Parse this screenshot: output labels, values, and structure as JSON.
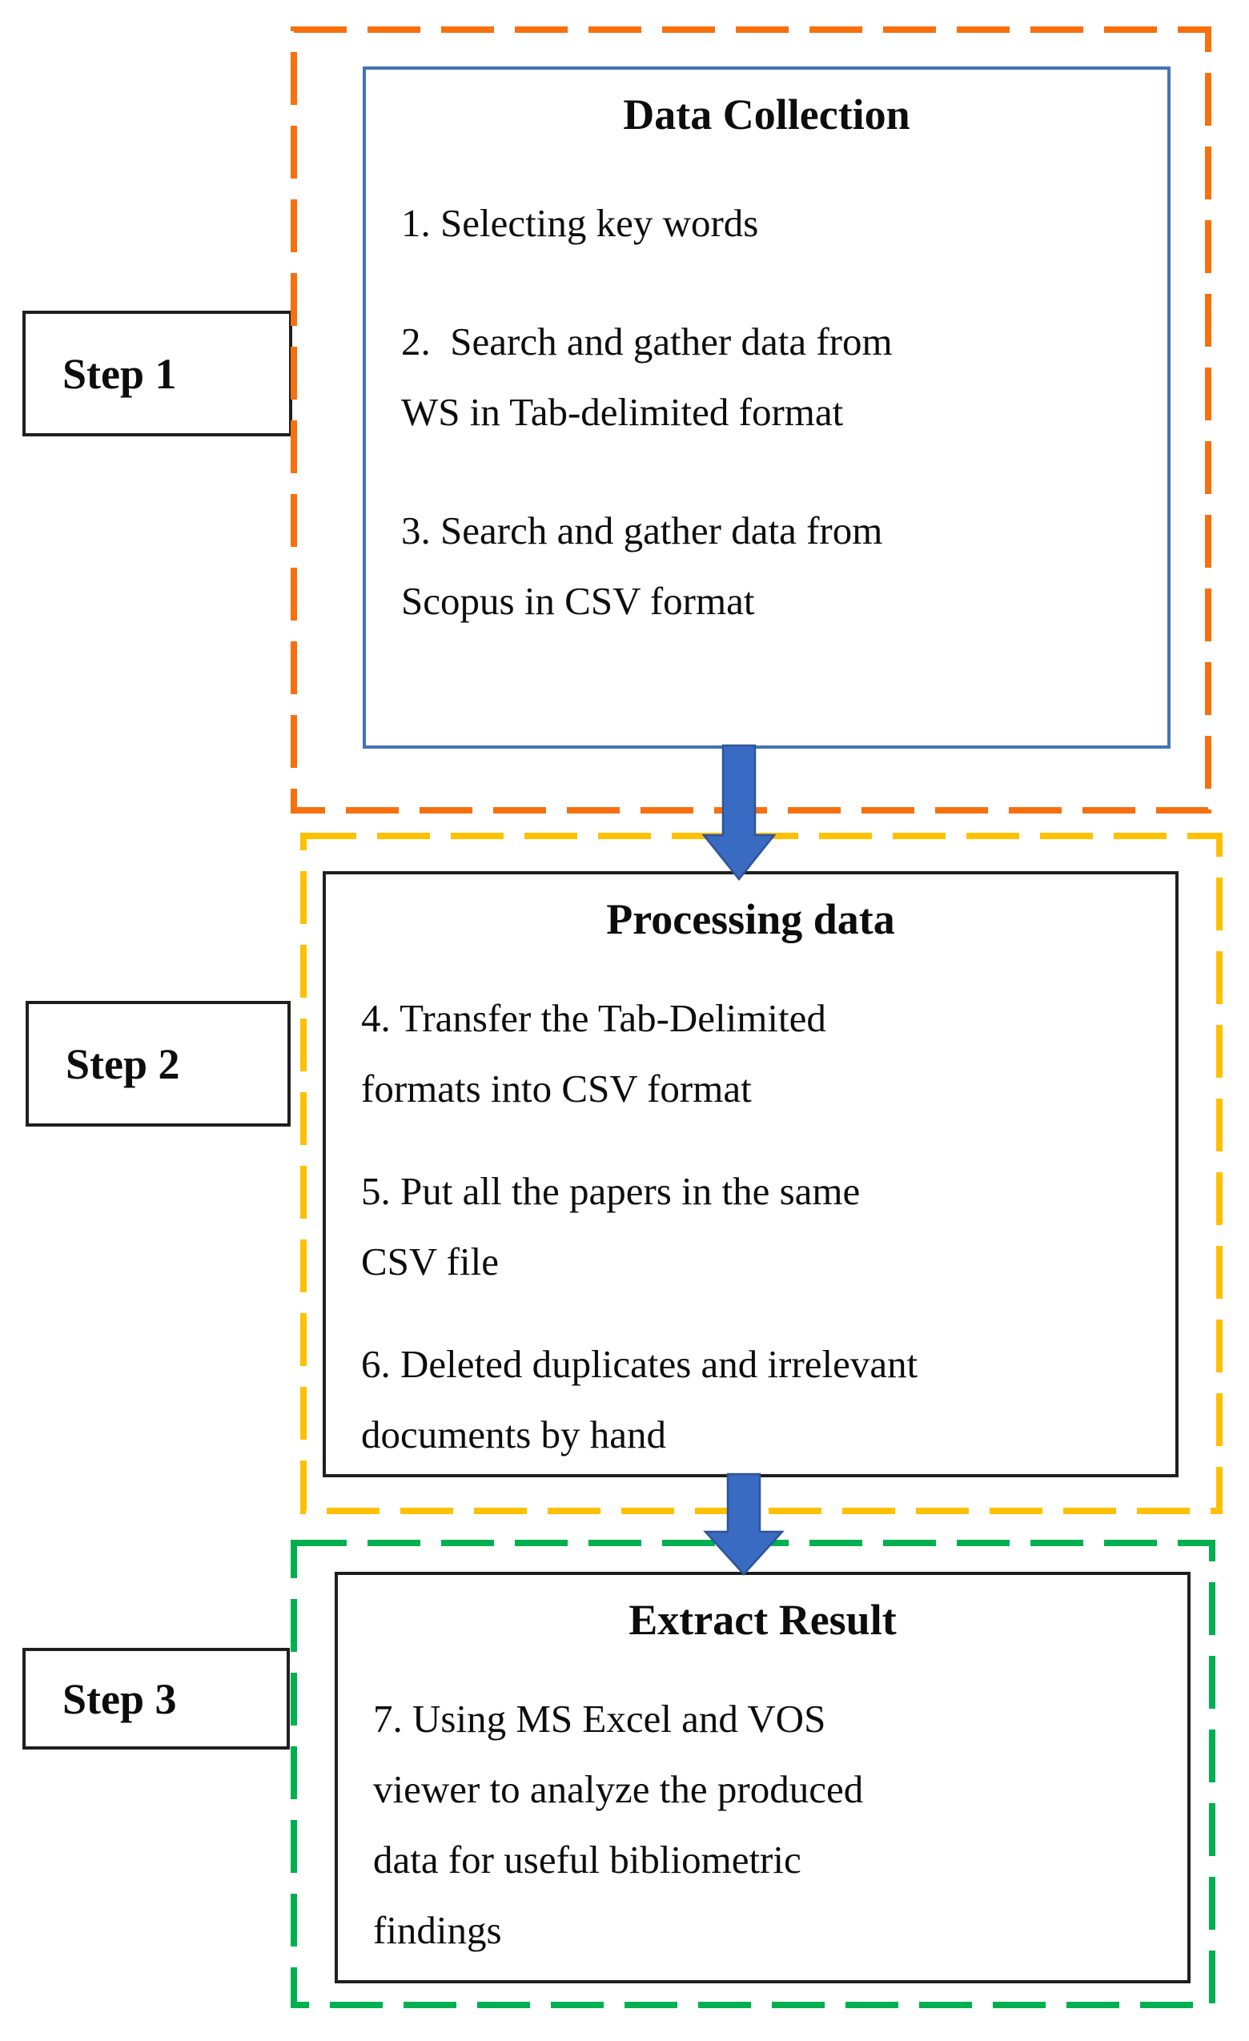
{
  "figure": {
    "type": "flowchart",
    "background": "#ffffff"
  },
  "colors": {
    "step1-frame": "#F8700E",
    "step2-frame": "#FFC000",
    "step3-frame": "#00B050",
    "collection-box-border": "#4573B4",
    "box-border": "#1F1F1F",
    "arrow-fill": "#3A6BC2",
    "arrow-stroke": "#2F5496",
    "text": "#0D0D0D"
  },
  "steps": [
    {
      "label": "Step 1",
      "title": "Data Collection",
      "items": [
        "1. Selecting key words",
        "2.  Search and gather data from\nWS in Tab-delimited format",
        "3. Search and gather data from\nScopus in CSV format"
      ]
    },
    {
      "label": "Step 2",
      "title": "Processing data",
      "items": [
        "4. Transfer the Tab-Delimited\nformats into CSV format",
        "5. Put all the papers in the same\nCSV file",
        "6. Deleted duplicates and irrelevant\ndocuments by hand"
      ]
    },
    {
      "label": "Step 3",
      "title": "Extract Result",
      "items": [
        "7. Using MS Excel and VOS\nviewer to analyze the produced\ndata for useful bibliometric\nfindings"
      ]
    }
  ]
}
